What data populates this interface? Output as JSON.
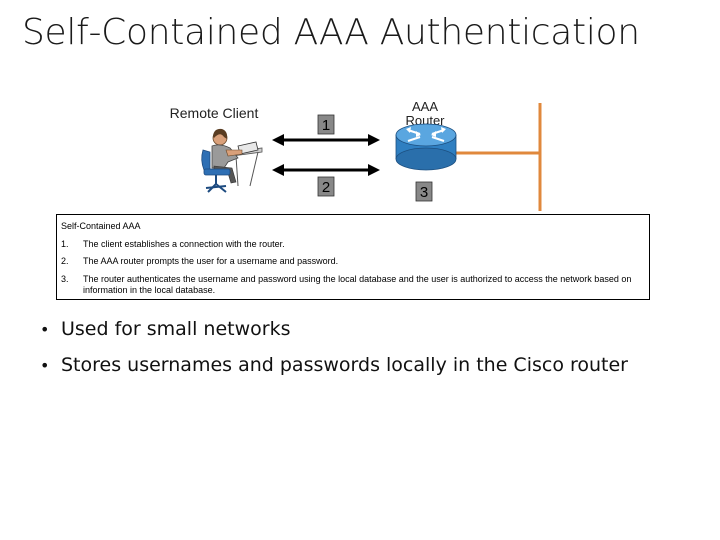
{
  "title": "Self-Contained AAA Authentication",
  "diagram": {
    "remote_client_label": "Remote Client",
    "router_label_line1": "AAA",
    "router_label_line2": "Router",
    "step_badges": [
      "1",
      "2",
      "3"
    ]
  },
  "info_box": {
    "header": "Self-Contained AAA",
    "steps": [
      {
        "num": "1.",
        "text": "The client establishes a connection with the router."
      },
      {
        "num": "2.",
        "text": "The AAA router prompts the user for a username and password."
      },
      {
        "num": "3.",
        "text": "The router authenticates the username and password using the local database and the user is authorized to access the network based on information in the local database."
      }
    ]
  },
  "bullets": [
    {
      "text": "Used for small networks"
    },
    {
      "text": "Stores usernames and passwords locally in the Cisco router"
    }
  ],
  "colors": {
    "router_blue": "#3d8fd0",
    "network_line": "#e0883c",
    "chair_blue": "#2e6fb4",
    "badge_bg": "#888888"
  }
}
